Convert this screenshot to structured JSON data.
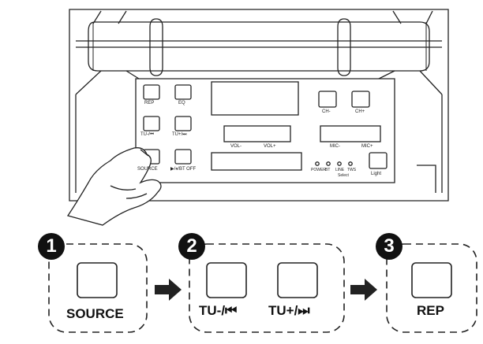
{
  "device_panel": {
    "buttons": {
      "rep": "REP",
      "eq": "EQ",
      "tu_prev": "TU-/⏮",
      "tu_next": "TU+/⏭",
      "source": "SOURCE",
      "play_pause": "▶/⏸/BT OFF",
      "ch_minus": "CH-",
      "ch_plus": "CH+",
      "light": "Light"
    },
    "sliders": {
      "vol_minus": "VOL-",
      "vol_plus": "VOL+",
      "mic_minus": "MIC-",
      "mic_plus": "MIC+"
    },
    "indicators": [
      "POWER",
      "BT",
      "LINE",
      "TWS"
    ],
    "indicator_sub": "Select"
  },
  "steps": [
    {
      "number": "1",
      "buttons": [
        "SOURCE"
      ]
    },
    {
      "number": "2",
      "buttons": [
        "TU-/⏮",
        "TU+/⏭"
      ]
    },
    {
      "number": "3",
      "buttons": [
        "REP"
      ]
    }
  ]
}
